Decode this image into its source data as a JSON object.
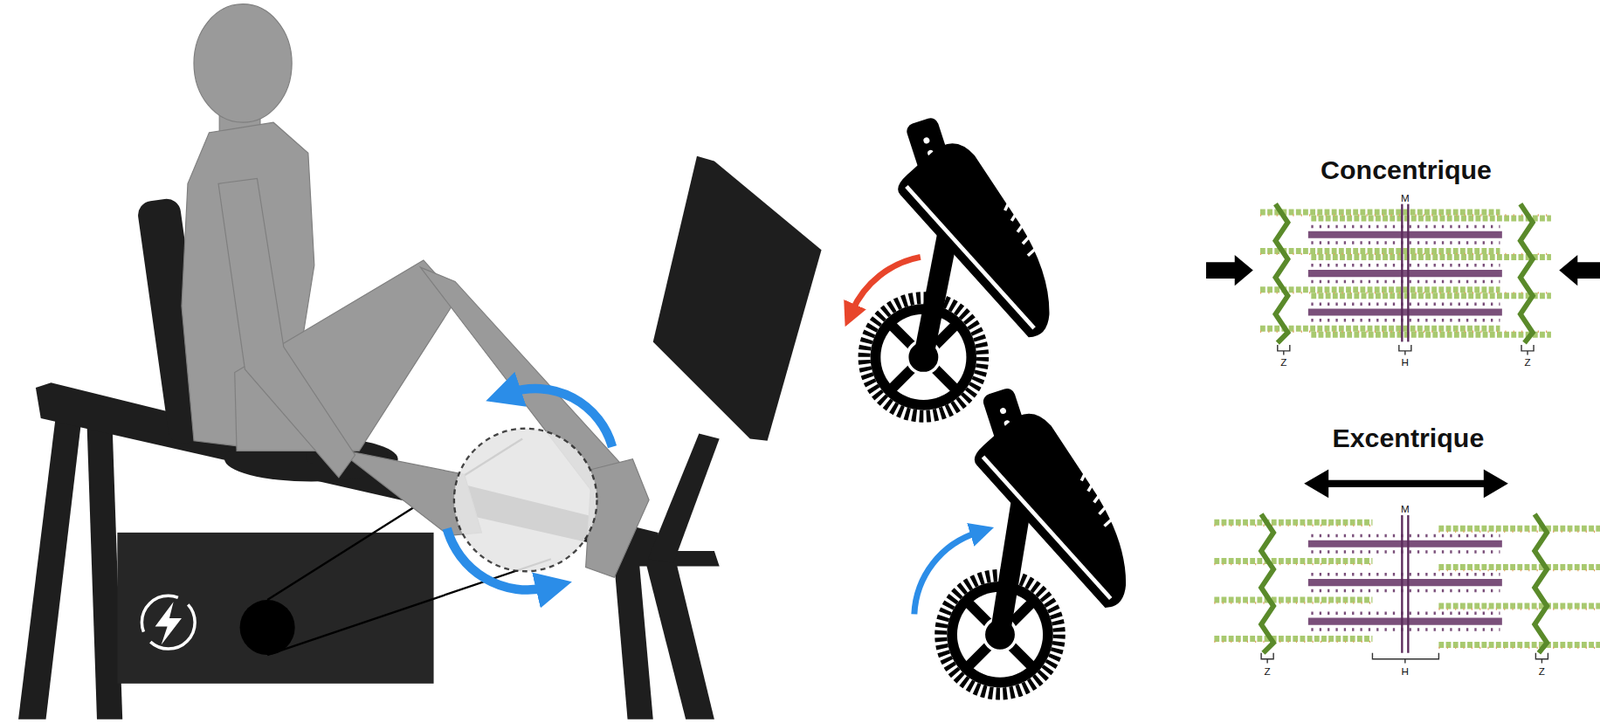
{
  "diagram": {
    "labels": [
      "Concentrique",
      "M",
      "Z",
      "H",
      "Z",
      "Excentrique",
      "M",
      "Z",
      "H",
      "Z"
    ]
  }
}
